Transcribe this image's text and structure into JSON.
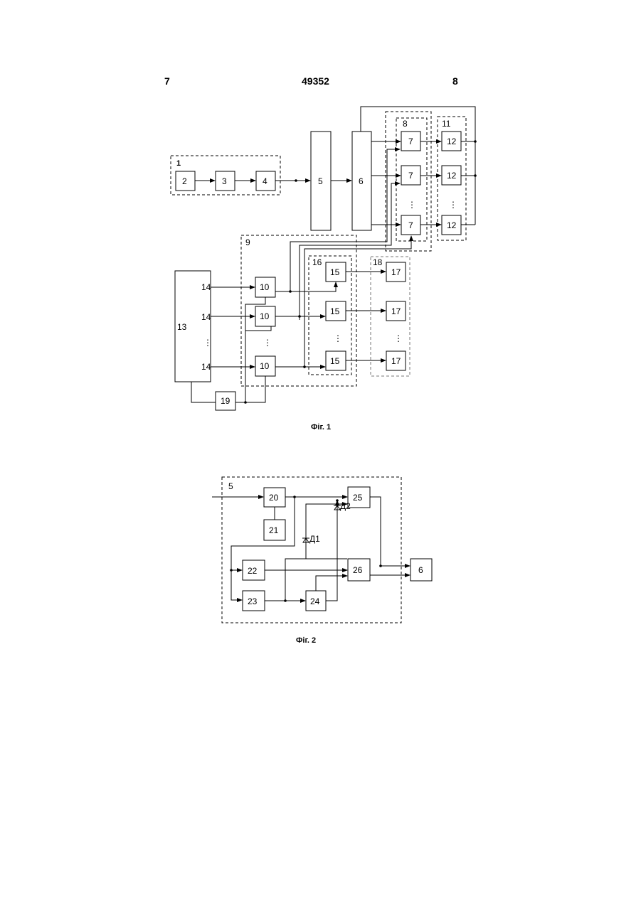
{
  "header": {
    "left": "7",
    "center": "49352",
    "right": "8"
  },
  "fig1": {
    "caption": "Фіг. 1",
    "group_labels": {
      "g1": "1",
      "g8": "8",
      "g9": "9",
      "g11": "11",
      "g16": "16",
      "g18": "18"
    },
    "blocks": {
      "b2": "2",
      "b3": "3",
      "b4": "4",
      "b5": "5",
      "b6": "6",
      "b7": "7",
      "b12": "12",
      "b10": "10",
      "b13": "13",
      "b14": "14",
      "b15": "15",
      "b17": "17",
      "b19": "19"
    },
    "ellipsis": "⋮"
  },
  "fig2": {
    "caption": "Фіг. 2",
    "group_label": "5",
    "blocks": {
      "b20": "20",
      "b21": "21",
      "b22": "22",
      "b23": "23",
      "b24": "24",
      "b25": "25",
      "b26": "26",
      "b6": "6"
    },
    "diodes": {
      "d1": "Д1",
      "d2": "Д2"
    }
  }
}
